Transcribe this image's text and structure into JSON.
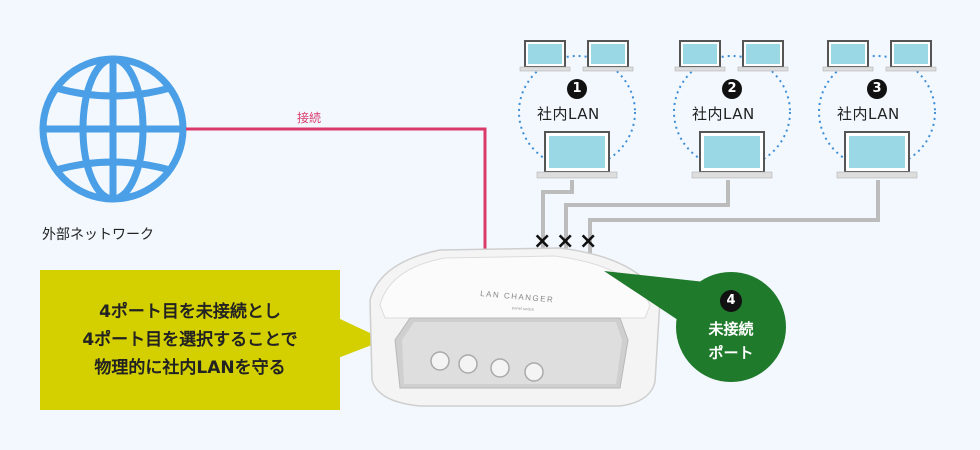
{
  "external_network": {
    "label": "外部ネットワーク",
    "connection_label": "接続"
  },
  "lans": [
    {
      "number": "1",
      "label": "社内LAN"
    },
    {
      "number": "2",
      "label": "社内LAN"
    },
    {
      "number": "3",
      "label": "社内LAN"
    }
  ],
  "disconnect_marks": [
    "×",
    "×",
    "×"
  ],
  "device": {
    "name_text": "LAN CHANGER",
    "sub_text": "panel switch"
  },
  "callout": {
    "lines": [
      "4ポート目を未接続とし",
      "4ポート目を選択することで",
      "物理的に社内LANを守る"
    ]
  },
  "port4": {
    "number": "4",
    "lines": [
      "未接続",
      "ポート"
    ]
  },
  "colors": {
    "connection_line": "#d93a6a",
    "globe": "#4a9fe6",
    "callout_bg": "#d4d000",
    "port_bubble": "#1f7a2b",
    "cable": "#bcbcbc"
  }
}
